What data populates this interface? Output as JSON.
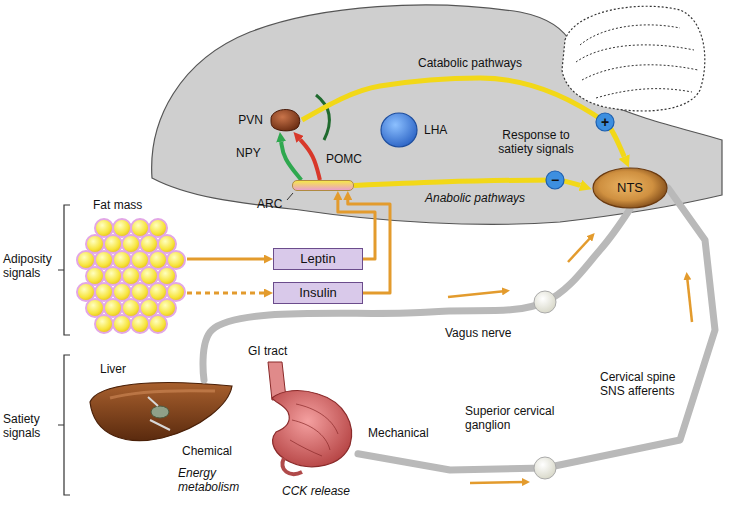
{
  "diagram": {
    "nodes": [
      {
        "text": [
          "PVN"
        ]
      },
      {
        "text": [
          "LHA"
        ]
      },
      {
        "text": [
          "+"
        ]
      },
      {
        "text": [
          "−"
        ]
      },
      {
        "text": [
          "NTS"
        ]
      },
      {
        "text": [
          "ARC"
        ]
      },
      {
        "text": [
          "Fat mass"
        ]
      },
      {
        "text": [
          "Leptin"
        ]
      },
      {
        "text": [
          "Insulin"
        ]
      },
      {
        "text": [
          "GI tract"
        ]
      },
      {
        "text": [
          "Liver"
        ]
      }
    ],
    "edges": [
      {
        "from": 6,
        "to": 7,
        "arrow": "to"
      },
      {
        "from": 6,
        "to": 8,
        "arrow": "to"
      },
      {
        "from": 7,
        "to": 5,
        "arrow": "to"
      },
      {
        "from": 8,
        "to": 5,
        "arrow": "to"
      },
      {
        "from": 5,
        "to": 0,
        "arrow": "to"
      },
      {
        "from": 5,
        "to": 0,
        "arrow": "to"
      },
      {
        "from": 0,
        "to": 4,
        "label": "Catabolic pathways",
        "arrow": "to"
      },
      {
        "from": 5,
        "to": 4,
        "label": "Anabolic pathways",
        "arrow": "to"
      },
      {
        "from": 10,
        "to": 4,
        "arrow": "none"
      },
      {
        "from": 9,
        "to": 4,
        "arrow": "none"
      }
    ],
    "labels": [
      "NPY",
      "POMC",
      "Response to satiety signals",
      "Adiposity signals",
      "Satiety signals",
      "Chemical",
      "Vagus nerve",
      "Superior cervical ganglion",
      "Mechanical",
      "Cervical spine SNS afferents",
      "Energy metabolism",
      "CCK release"
    ]
  }
}
